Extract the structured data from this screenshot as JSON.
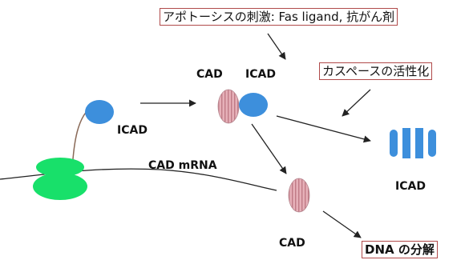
{
  "labels": {
    "stimulus": "アポトーシスの刺激: Fas ligand, 抗がん剤",
    "caspase": "カスペースの活性化",
    "cad_top": "CAD",
    "icad_top": "ICAD",
    "icad_left": "ICAD",
    "cad_mrna": "CAD mRNA",
    "icad_right": "ICAD",
    "cad_bottom": "CAD",
    "dna_cleavage": "DNA の分解"
  },
  "colors": {
    "icad_blue": "#3d8fdc",
    "cad_pink": "#e6b0b8",
    "cad_stripe": "#c07b86",
    "ribosome_green": "#18e06a",
    "box_border": "#b04a4a",
    "line": "#222222"
  }
}
